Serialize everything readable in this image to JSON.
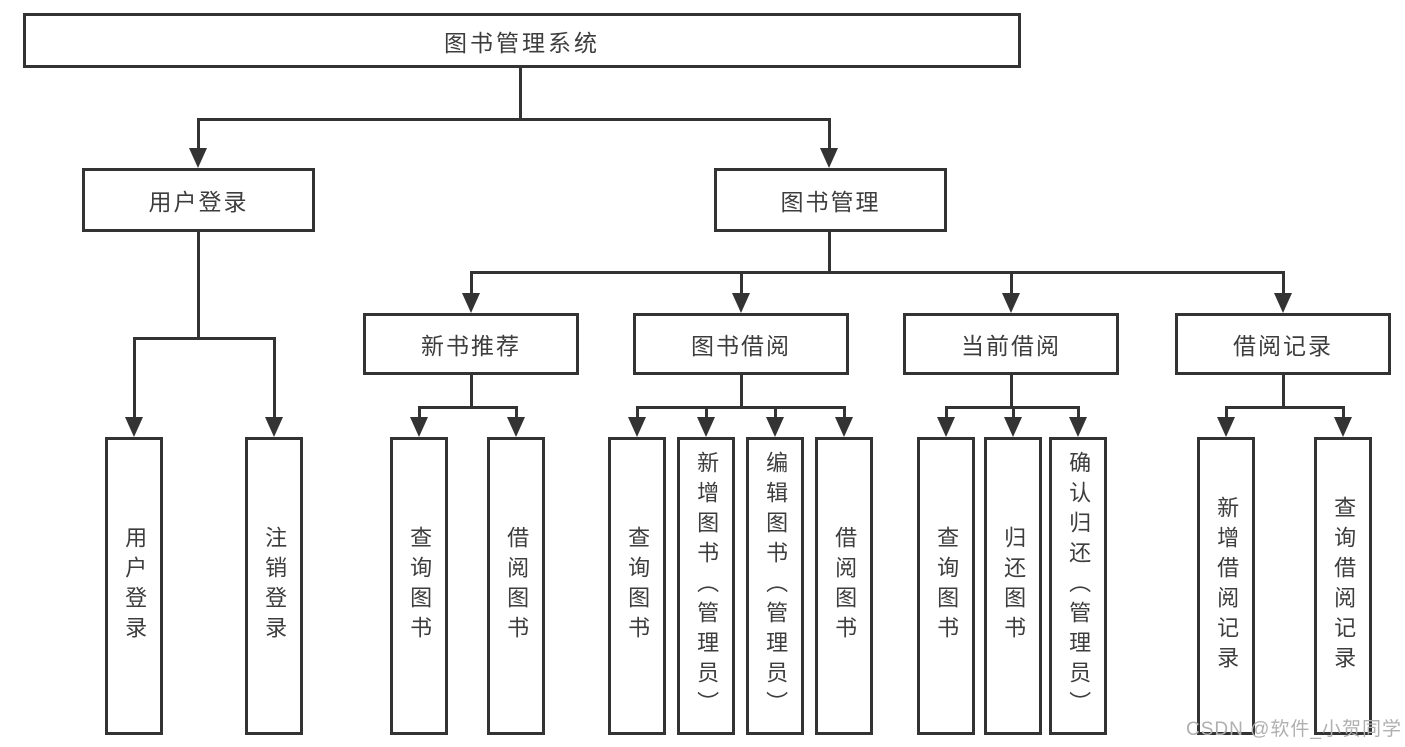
{
  "tree": {
    "label": "图书管理系统",
    "children": [
      {
        "label": "用户登录",
        "children": [
          {
            "label": "用户登录"
          },
          {
            "label": "注销登录"
          }
        ]
      },
      {
        "label": "图书管理",
        "children": [
          {
            "label": "新书推荐",
            "children": [
              {
                "label": "查询图书"
              },
              {
                "label": "借阅图书"
              }
            ]
          },
          {
            "label": "图书借阅",
            "children": [
              {
                "label": "查询图书"
              },
              {
                "label": "新增图书（管理员）"
              },
              {
                "label": "编辑图书（管理员）"
              },
              {
                "label": "借阅图书"
              }
            ]
          },
          {
            "label": "当前借阅",
            "children": [
              {
                "label": "查询图书"
              },
              {
                "label": "归还图书"
              },
              {
                "label": "确认归还（管理员）"
              }
            ]
          },
          {
            "label": "借阅记录",
            "children": [
              {
                "label": "新增借阅记录"
              },
              {
                "label": "查询借阅记录"
              }
            ]
          }
        ]
      }
    ]
  },
  "watermark": "CSDN @软件_小贺同学",
  "colors": {
    "line": "#333333",
    "text": "#3d3d3d",
    "watermark": "#b0b0b0",
    "background": "#ffffff"
  }
}
